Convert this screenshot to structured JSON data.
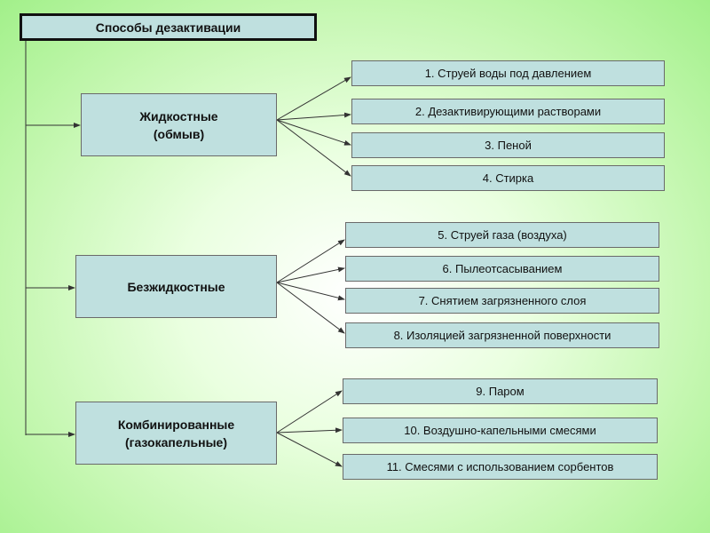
{
  "title": "Способы дезактивации",
  "categories": [
    {
      "line1": "Жидкостные",
      "line2": "(обмыв)"
    },
    {
      "line1": "Безжидкостные",
      "line2": ""
    },
    {
      "line1": "Комбинированные",
      "line2": "(газокапельные)"
    }
  ],
  "methods": [
    "1. Струей воды под давлением",
    "2. Дезактивирующими растворами",
    "3. Пеной",
    "4. Стирка",
    "5. Струей газа (воздуха)",
    "6. Пылеотсасыванием",
    "7. Снятием загрязненного слоя",
    "8. Изоляцией загрязненной поверхности",
    "9. Паром",
    "10. Воздушно-капельными смесями",
    "11. Смесями с использованием сорбентов"
  ]
}
